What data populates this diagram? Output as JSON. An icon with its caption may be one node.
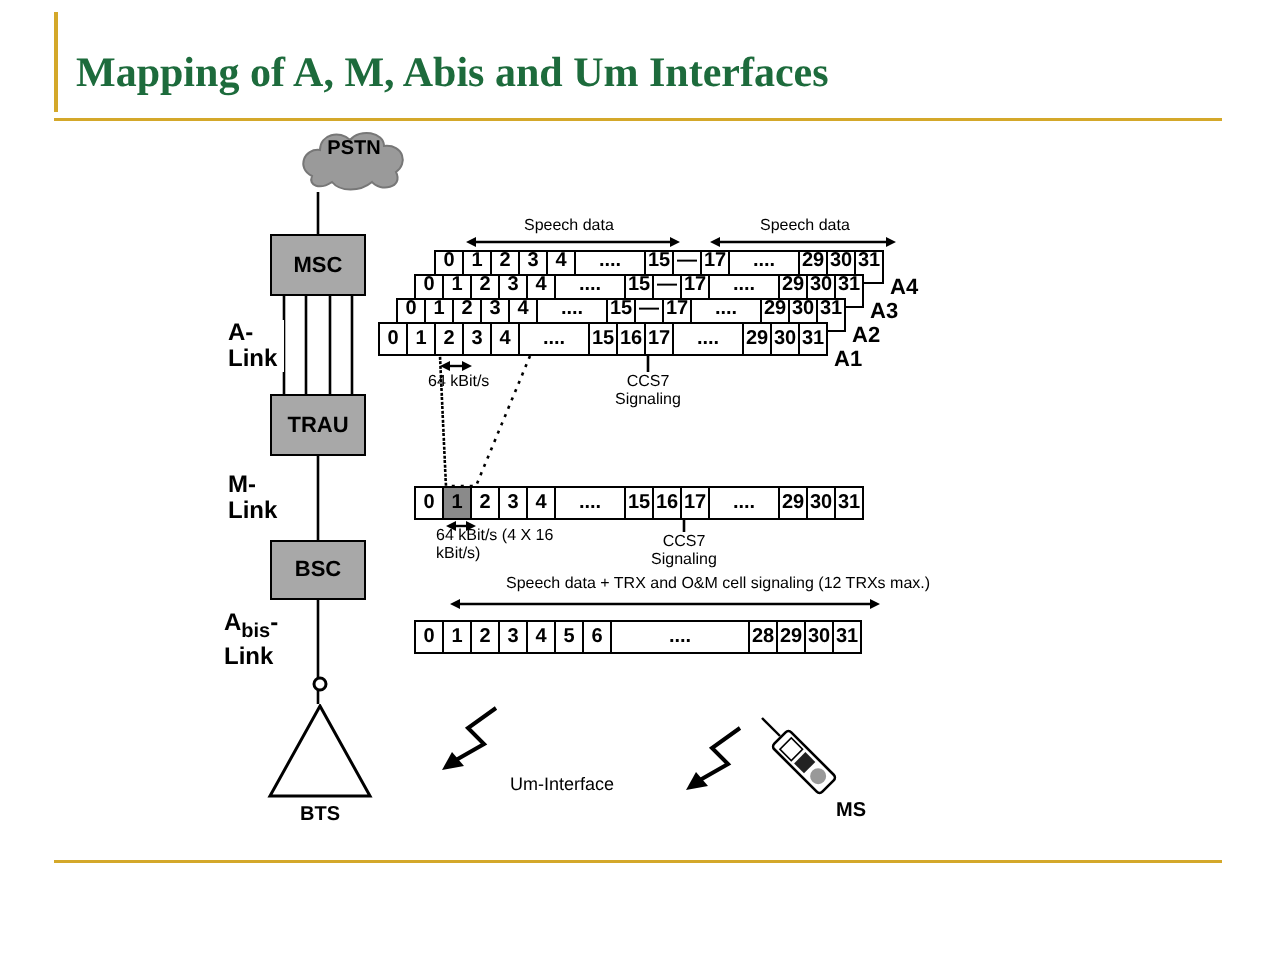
{
  "diagram": {
    "title": "Mapping of A, M, Abis and Um Interfaces",
    "nodes": [
      {
        "text": [
          "PSTN"
        ]
      },
      {
        "text": [
          "MSC"
        ]
      },
      {
        "text": [
          "TRAU"
        ]
      },
      {
        "text": [
          "BSC"
        ]
      },
      {
        "text": [
          "BTS"
        ]
      },
      {
        "text": [
          "MS"
        ]
      },
      {
        "text": [
          "0",
          "1",
          "2",
          "3",
          "4",
          "....",
          "15",
          "—",
          "17",
          "....",
          "29",
          "30",
          "31"
        ],
        "beside": [
          "A4"
        ]
      },
      {
        "text": [
          "0",
          "1",
          "2",
          "3",
          "4",
          "....",
          "15",
          "—",
          "17",
          "....",
          "29",
          "30",
          "31"
        ],
        "beside": [
          "A3"
        ]
      },
      {
        "text": [
          "0",
          "1",
          "2",
          "3",
          "4",
          "....",
          "15",
          "—",
          "17",
          "....",
          "29",
          "30",
          "31"
        ],
        "beside": [
          "A2"
        ]
      },
      {
        "text": [
          "0",
          "1",
          "2",
          "3",
          "4",
          "....",
          "15",
          "16",
          "17",
          "....",
          "29",
          "30",
          "31"
        ],
        "beside": [
          "A1"
        ]
      },
      {
        "text": [
          "CCS7 Signaling"
        ]
      },
      {
        "text": [
          "0",
          "1",
          "2",
          "3",
          "4",
          "....",
          "15",
          "16",
          "17",
          "....",
          "29",
          "30",
          "31"
        ]
      },
      {
        "text": [
          "CCS7 Signaling"
        ]
      },
      {
        "text": [
          "0",
          "1",
          "2",
          "3",
          "4",
          "5",
          "6",
          "....",
          "28",
          "29",
          "30",
          "31"
        ]
      }
    ],
    "edges": [
      {
        "from": 0,
        "to": 1,
        "arrow": "none"
      },
      {
        "from": 1,
        "to": 2,
        "arrow": "none",
        "label": "A- Link"
      },
      {
        "from": 2,
        "to": 3,
        "arrow": "none",
        "label": "M- Link"
      },
      {
        "from": 3,
        "to": 4,
        "arrow": "none",
        "label": "A$_{bis}$- Link"
      },
      {
        "from": 9,
        "to": 11,
        "arrow": "none",
        "style": "dashed"
      },
      {
        "from": 10,
        "to": 9,
        "arrow": "none"
      },
      {
        "from": 12,
        "to": 11,
        "arrow": "none"
      }
    ],
    "labels": [
      "Speech data",
      "Speech data",
      "64 kBit/s",
      "64 kBit/s (4 X 16 kBit/s)",
      "Speech data + TRX and O&M cell signaling (12 TRXs max.)",
      "Um-Interface"
    ]
  }
}
